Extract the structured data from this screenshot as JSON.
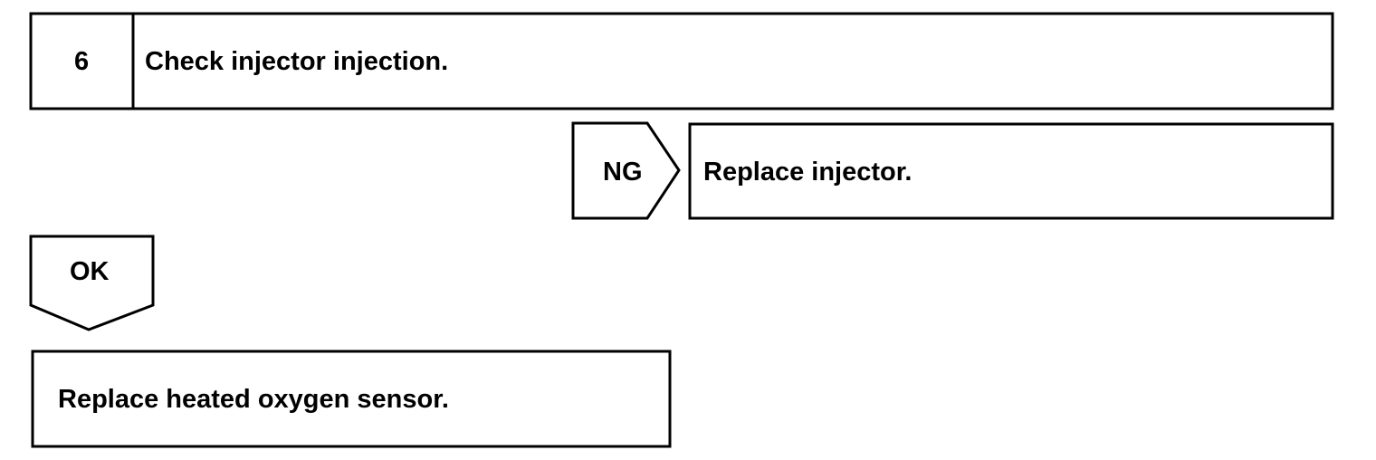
{
  "step": {
    "number": "6",
    "title": "Check injector injection."
  },
  "ng_branch": {
    "label": "NG",
    "action": "Replace injector."
  },
  "ok_branch": {
    "label": "OK",
    "action": "Replace heated oxygen sensor."
  }
}
